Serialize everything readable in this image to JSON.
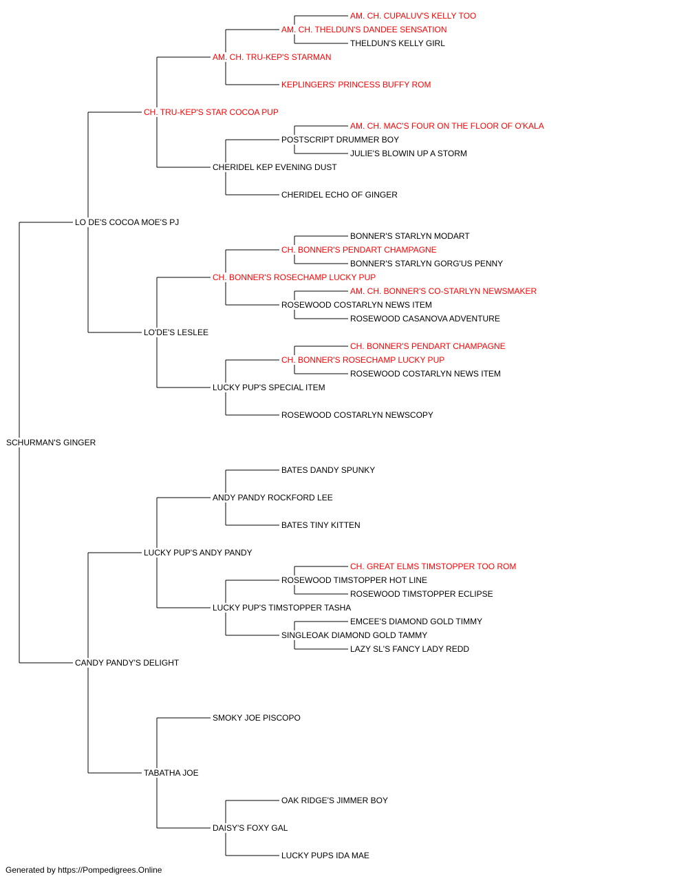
{
  "colors": {
    "titled": "#ff0000",
    "plain": "#000000",
    "line": "#000000"
  },
  "footer": "Generated by https://Pompedigrees.Online",
  "pedigree": {
    "name": "SCHURMAN'S GINGER",
    "titled": false,
    "sire": {
      "name": "LO DE'S COCOA MOE'S PJ",
      "titled": false,
      "sire": {
        "name": "CH. TRU-KEP'S STAR COCOA PUP",
        "titled": true,
        "sire": {
          "name": "AM. CH. TRU-KEP'S STARMAN",
          "titled": true,
          "sire": {
            "name": "AM. CH. THELDUN'S DANDEE SENSATION",
            "titled": true,
            "sire": {
              "name": "AM. CH. CUPALUV'S KELLY TOO",
              "titled": true
            },
            "dam": {
              "name": "THELDUN'S KELLY GIRL",
              "titled": false
            }
          },
          "dam": {
            "name": "KEPLINGERS' PRINCESS BUFFY ROM",
            "titled": true
          }
        },
        "dam": {
          "name": "CHERIDEL KEP EVENING DUST",
          "titled": false,
          "sire": {
            "name": "POSTSCRIPT DRUMMER BOY",
            "titled": false,
            "sire": {
              "name": "AM. CH. MAC'S FOUR ON THE FLOOR OF O'KALA",
              "titled": true
            },
            "dam": {
              "name": "JULIE'S BLOWIN UP A STORM",
              "titled": false
            }
          },
          "dam": {
            "name": "CHERIDEL ECHO OF GINGER",
            "titled": false
          }
        }
      },
      "dam": {
        "name": "LO'DE'S LESLEE",
        "titled": false,
        "sire": {
          "name": "CH. BONNER'S ROSECHAMP LUCKY PUP",
          "titled": true,
          "sire": {
            "name": "CH. BONNER'S PENDART CHAMPAGNE",
            "titled": true,
            "sire": {
              "name": "BONNER'S STARLYN MODART",
              "titled": false
            },
            "dam": {
              "name": "BONNER'S STARLYN GORG'US PENNY",
              "titled": false
            }
          },
          "dam": {
            "name": "ROSEWOOD COSTARLYN NEWS ITEM",
            "titled": false,
            "sire": {
              "name": "AM. CH. BONNER'S CO-STARLYN NEWSMAKER",
              "titled": true
            },
            "dam": {
              "name": "ROSEWOOD CASANOVA ADVENTURE",
              "titled": false
            }
          }
        },
        "dam": {
          "name": "LUCKY PUP'S SPECIAL ITEM",
          "titled": false,
          "sire": {
            "name": "CH. BONNER'S ROSECHAMP LUCKY PUP",
            "titled": true,
            "sire": {
              "name": "CH. BONNER'S PENDART CHAMPAGNE",
              "titled": true
            },
            "dam": {
              "name": "ROSEWOOD COSTARLYN NEWS ITEM",
              "titled": false
            }
          },
          "dam": {
            "name": "ROSEWOOD COSTARLYN NEWSCOPY",
            "titled": false
          }
        }
      }
    },
    "dam": {
      "name": "CANDY PANDY'S DELIGHT",
      "titled": false,
      "sire": {
        "name": "LUCKY PUP'S ANDY PANDY",
        "titled": false,
        "sire": {
          "name": "ANDY PANDY ROCKFORD LEE",
          "titled": false,
          "sire": {
            "name": "BATES DANDY SPUNKY",
            "titled": false
          },
          "dam": {
            "name": "BATES TINY KITTEN",
            "titled": false
          }
        },
        "dam": {
          "name": "LUCKY PUP'S TIMSTOPPER TASHA",
          "titled": false,
          "sire": {
            "name": "ROSEWOOD TIMSTOPPER HOT LINE",
            "titled": false,
            "sire": {
              "name": "CH. GREAT ELMS TIMSTOPPER TOO ROM",
              "titled": true
            },
            "dam": {
              "name": "ROSEWOOD TIMSTOPPER ECLIPSE",
              "titled": false
            }
          },
          "dam": {
            "name": "SINGLEOAK DIAMOND GOLD TAMMY",
            "titled": false,
            "sire": {
              "name": "EMCEE'S DIAMOND GOLD TIMMY",
              "titled": false
            },
            "dam": {
              "name": "LAZY SL'S FANCY LADY REDD",
              "titled": false
            }
          }
        }
      },
      "dam": {
        "name": "TABATHA JOE",
        "titled": false,
        "sire": {
          "name": "SMOKY JOE PISCOPO",
          "titled": false
        },
        "dam": {
          "name": "DAISY'S FOXY GAL",
          "titled": false,
          "sire": {
            "name": "OAK RIDGE'S JIMMER BOY",
            "titled": false
          },
          "dam": {
            "name": "LUCKY PUPS IDA MAE",
            "titled": false
          }
        }
      }
    }
  }
}
